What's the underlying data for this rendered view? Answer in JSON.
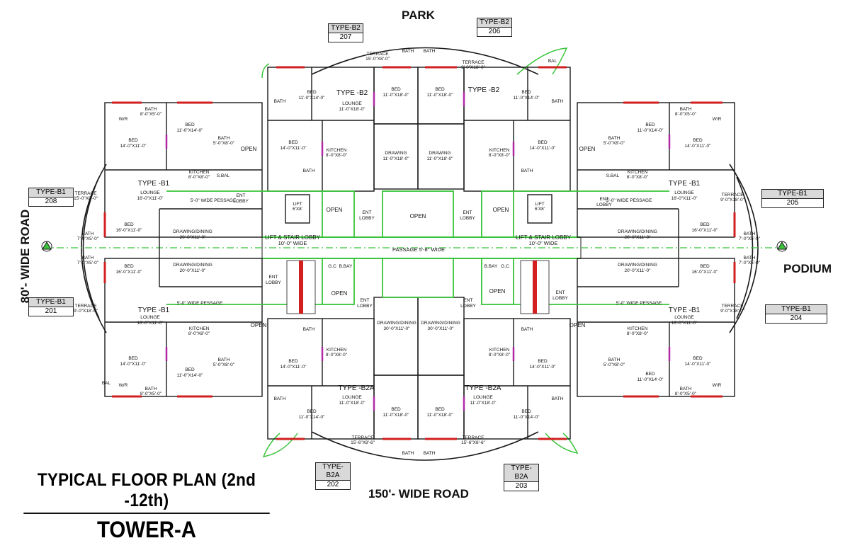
{
  "roads": {
    "north": "PARK",
    "west": "80'- WIDE ROAD",
    "east": "PODIUM",
    "south": "150'- WIDE ROAD"
  },
  "title": {
    "main": "TYPICAL FLOOR PLAN (2nd -12th)",
    "sub": "TOWER-A"
  },
  "unit_tags": {
    "u207": {
      "type": "TYPE-B2",
      "num": "207"
    },
    "u206": {
      "type": "TYPE-B2",
      "num": "206"
    },
    "u208": {
      "type": "TYPE-B1",
      "num": "208"
    },
    "u205": {
      "type": "TYPE-B1",
      "num": "205"
    },
    "u201": {
      "type": "TYPE-B1",
      "num": "201"
    },
    "u204": {
      "type": "TYPE-B1",
      "num": "204"
    },
    "u202": {
      "type": "TYPE-B2A",
      "num": "202"
    },
    "u203": {
      "type": "TYPE-B2A",
      "num": "203"
    }
  },
  "labels": {
    "type_b2": "TYPE -B2",
    "type_b1": "TYPE -B1",
    "type_b2a": "TYPE -B2A",
    "lounge_b2": "LOUNGE",
    "lounge_b2_dim": "11'-0\"X18'-0\"",
    "lounge_b1": "LOUNGE",
    "lounge_b1_dim": "16'-0\"X11'-0\"",
    "lounge_b2a_dim": "11'-0\"X18'-0\"",
    "bed": "BED",
    "bed_dim_a": "11'-0\"X18'-0\"",
    "bed_dim_b": "11'-0\"X14'-0\"",
    "bed_dim_c": "14'-0\"X11'-0\"",
    "bed_dim_d": "16'-0\"X11'-0\"",
    "bath": "BATH",
    "bath_dim_a": "8'-0\"X5'-0\"",
    "bath_dim_b": "5'-0\"X8'-0\"",
    "bath_dim_c": "7'-0\"X5'-0\"",
    "kitchen": "KITCHEN",
    "kitchen_dim": "8'-0\"X8'-0\"",
    "drawing": "DRAWING",
    "drawing_dim": "11'-0\"X18'-0\"",
    "drawing_dining": "DRAWING/DINING",
    "drawing_dining_dim": "20'-0\"X11'-0\"",
    "drawing_dining_dim_b": "30'-0\"X11'-0\"",
    "terrace": "TERRACE",
    "terrace_dim_a": "15'-0\"X8'-0\"",
    "terrace_dim_b": "9'-0\"X18'-0\"",
    "terrace_dim_c": "15'-6\"X8'-6\"",
    "open": "OPEN",
    "lift": "LIFT",
    "lift_dim": "6'X8'",
    "lift_lobby": "LIFT & STAIR LOBBY",
    "lift_lobby_dim": "10'-0\" WIDE",
    "passage": "PASSAGE 5'-8\" WIDE",
    "wide_passage": "5'-0\" WIDE PESSAGE",
    "ent_lobby_a": "ENT",
    "ent_lobby_b": "LOBBY",
    "wide_passage_v": "5'-0\" WIDE PESSAGE",
    "gc": "G.C",
    "bbay": "B.BAY",
    "wr": "W/R",
    "bal": "BAL",
    "sbal": "S.BAL"
  },
  "colors": {
    "wall": "#1a1a1a",
    "window": "#d21f1f",
    "door": "#b02aa6",
    "passage": "#39c43a",
    "center": "#39c43a",
    "tag_fill": "#d9d9d9"
  }
}
